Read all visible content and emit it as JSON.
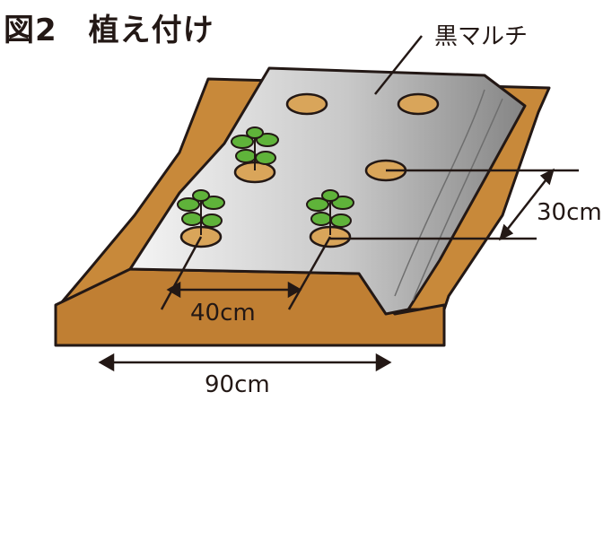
{
  "title": "図2　植え付け",
  "labels": {
    "mulch": "黒マルチ",
    "row_spacing": "30cm",
    "plant_spacing": "40cm",
    "bed_width": "90cm"
  },
  "colors": {
    "soil": "#c8893a",
    "soil_dark": "#b0742b",
    "hole": "#d9a55a",
    "plant": "#5fb33a",
    "mulch_light": "#f2f2f2",
    "mulch_dark": "#8a8a8a",
    "line": "#231815"
  }
}
